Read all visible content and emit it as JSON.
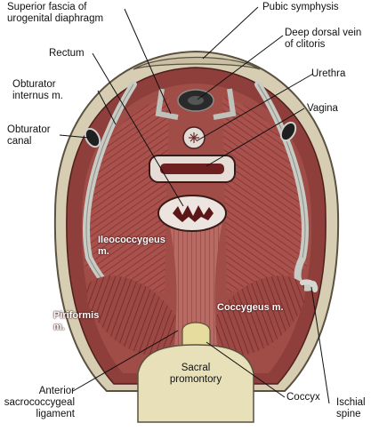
{
  "labels": {
    "superior_fascia": "Superior fascia of\nurogenital diaphragm",
    "pubic_symphysis": "Pubic symphysis",
    "deep_dorsal_vein": "Deep dorsal vein\nof clitoris",
    "rectum": "Rectum",
    "urethra": "Urethra",
    "obturator_internus": "Obturator\ninternus m.",
    "vagina": "Vagina",
    "obturator_canal": "Obturator\ncanal",
    "iliococcygeus": "Ileococcygeus\nm.",
    "coccygeus": "Coccygeus m.",
    "piriformis": "Piriformis\nm.",
    "sacral_promontory": "Sacral\npromontory",
    "anterior_sacrococcygeal_ligament": "Anterior\nsacrococcygeal\nligament",
    "coccyx": "Coccyx",
    "ischial_spine": "Ischial\nspine"
  }
}
